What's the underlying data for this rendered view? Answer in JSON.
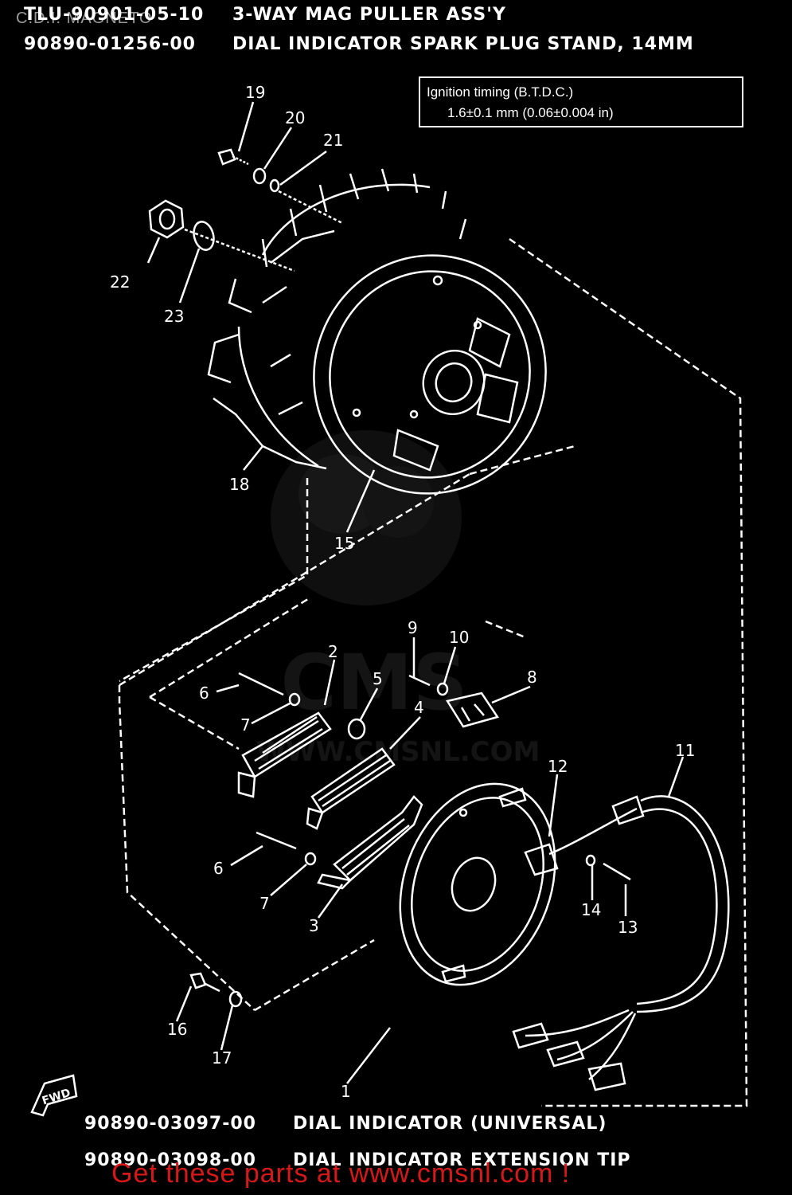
{
  "watermark_top": "C.D.I. MAGNETO",
  "header": {
    "row1_code": "TLU-90901-05-10",
    "row1_desc": "3-WAY MAG PULLER ASS'Y",
    "row2_code": "90890-01256-00",
    "row2_desc": "DIAL INDICATOR SPARK PLUG STAND, 14MM"
  },
  "spec_box": {
    "line1": "Ignition timing (B.T.D.C.)",
    "line2": "1.6±0.1 mm (0.06±0.004 in)"
  },
  "callouts": [
    "19",
    "20",
    "21",
    "22",
    "23",
    "18",
    "15",
    "9",
    "10",
    "2",
    "5",
    "8",
    "6",
    "7",
    "4",
    "11",
    "12",
    "6",
    "7",
    "3",
    "14",
    "13",
    "16",
    "17",
    "1"
  ],
  "fwd_label": "FWD",
  "watermark_center": "CMS",
  "watermark_url": "WWW.CMSNL.COM",
  "footer_tools": {
    "row1_code": "90890-03097-00",
    "row1_desc": "DIAL INDICATOR (UNIVERSAL)",
    "row2_code": "90890-03098-00",
    "row2_desc": "DIAL INDICATOR EXTENSION TIP"
  },
  "footer_ad": "Get these parts at www.cmsnl.com !",
  "colors": {
    "background": "#000000",
    "lines": "#ffffff",
    "ad_text": "#d81818",
    "watermark": "#2a2a2a"
  }
}
